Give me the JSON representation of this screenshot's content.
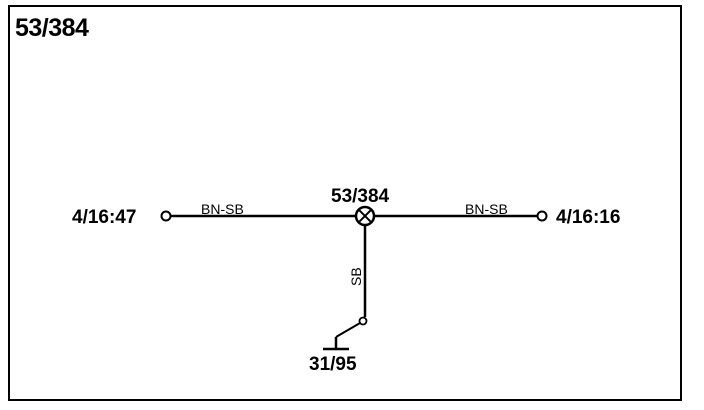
{
  "diagram": {
    "title": "53/384",
    "splice_label": "53/384",
    "left_terminal": "4/16:47",
    "right_terminal": "4/16:16",
    "bottom_terminal": "31/95",
    "left_wire_color": "BN-SB",
    "right_wire_color": "BN-SB",
    "down_wire_color": "SB"
  }
}
